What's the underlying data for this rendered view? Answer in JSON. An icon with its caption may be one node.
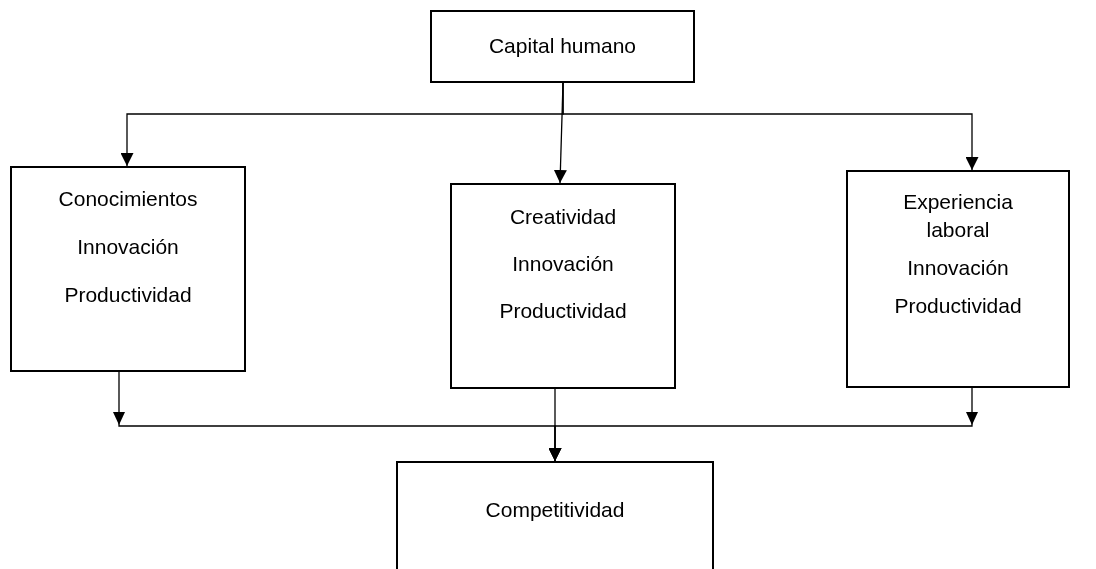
{
  "diagram": {
    "nodes": [
      {
        "text": [
          "Capital humano"
        ]
      },
      {
        "text": [
          "Conocimientos",
          "Innovación",
          "Productividad"
        ]
      },
      {
        "text": [
          "Creatividad",
          "Innovación",
          "Productividad"
        ]
      },
      {
        "text": [
          "Experiencia laboral",
          "Innovación",
          "Productividad"
        ]
      },
      {
        "text": [
          "Competitividad"
        ]
      }
    ],
    "edges": [
      {
        "from": 0,
        "to": 1,
        "arrow": "to"
      },
      {
        "from": 0,
        "to": 2,
        "arrow": "to"
      },
      {
        "from": 0,
        "to": 3,
        "arrow": "to"
      },
      {
        "from": 1,
        "to": 4,
        "arrow": "to"
      },
      {
        "from": 2,
        "to": 4,
        "arrow": "to"
      },
      {
        "from": 3,
        "to": 4,
        "arrow": "to"
      }
    ]
  }
}
